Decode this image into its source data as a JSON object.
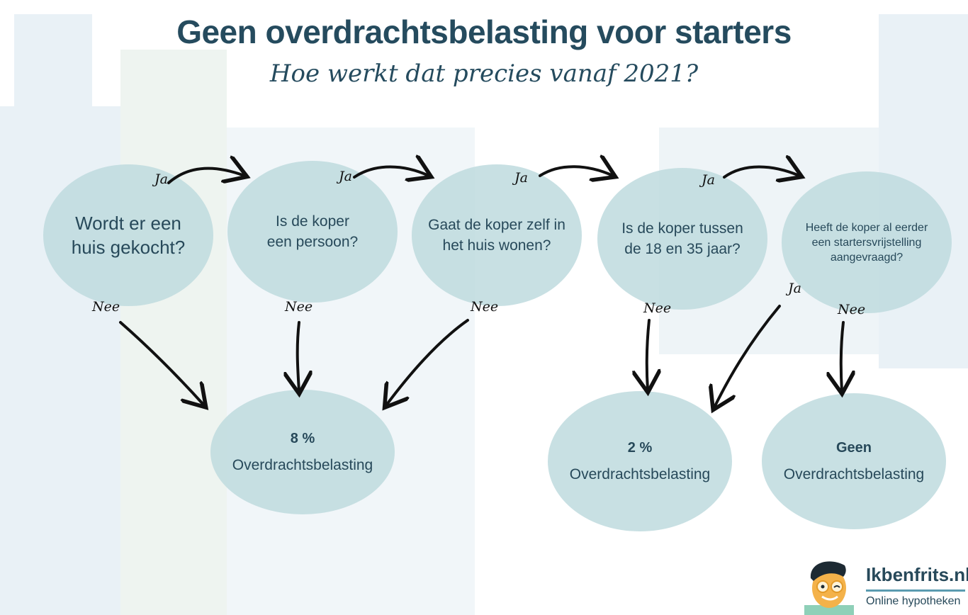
{
  "header": {
    "title": "Geen overdrachtsbelasting voor starters",
    "subtitle": "Hoe werkt dat precies vanaf 2021?"
  },
  "questions": [
    {
      "text": "Wordt er een huis gekocht?"
    },
    {
      "text": "Is de koper een persoon?"
    },
    {
      "text": "Gaat de koper zelf in het huis wonen?"
    },
    {
      "text": "Is de koper tussen de 18 en 35 jaar?"
    },
    {
      "text": "Heeft de koper al eerder een startersvrijstelling aangevraagd?"
    }
  ],
  "labels": {
    "yes": "Ja",
    "no": "Nee"
  },
  "results": [
    {
      "rate": "8 %",
      "text": "Overdrachtsbelasting"
    },
    {
      "rate": "2 %",
      "text": "Overdrachtsbelasting"
    },
    {
      "rate": "Geen",
      "text": "Overdrachtsbelasting"
    }
  ],
  "logo": {
    "brand": "Ikbenfrits.nl",
    "tagline": "Online hypotheken"
  },
  "colors": {
    "title": "#254b5e",
    "circle": "#bedade",
    "accent": "#5a9bb0"
  }
}
